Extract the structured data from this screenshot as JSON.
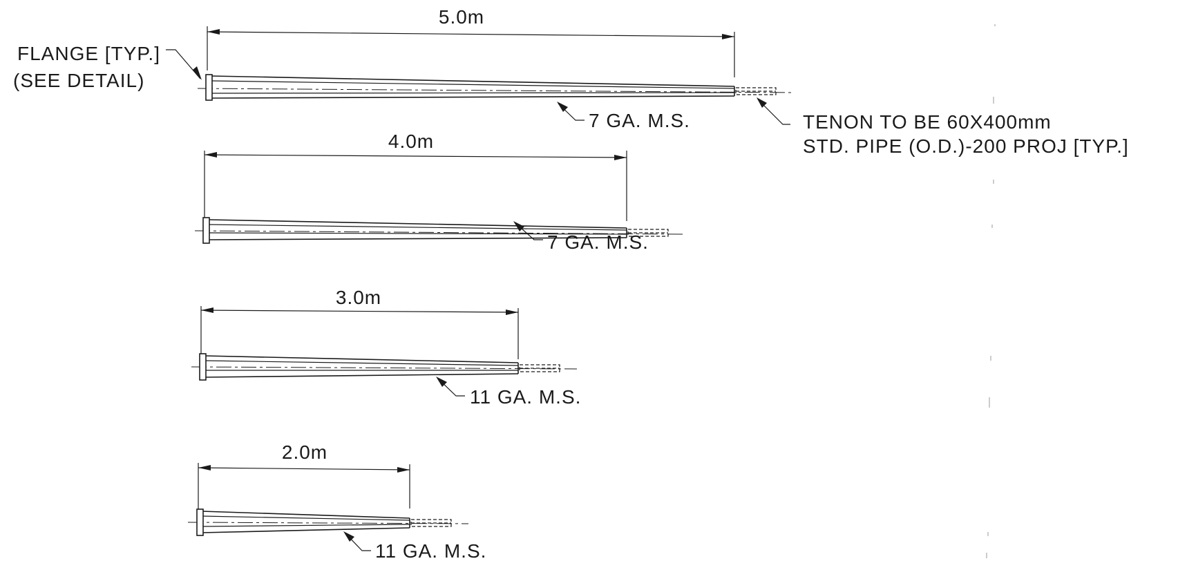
{
  "poles": [
    {
      "length_label": "5.0m",
      "material_label": "7 GA. M.S."
    },
    {
      "length_label": "4.0m",
      "material_label": "7 GA. M.S."
    },
    {
      "length_label": "3.0m",
      "material_label": "11 GA. M.S."
    },
    {
      "length_label": "2.0m",
      "material_label": "11 GA. M.S."
    }
  ],
  "notes": {
    "flange_line1": "FLANGE [TYP.]",
    "flange_line2": "(SEE DETAIL)",
    "tenon_line1": "TENON TO BE 60X400mm",
    "tenon_line2": "STD. PIPE (O.D.)-200 PROJ [TYP.]"
  }
}
